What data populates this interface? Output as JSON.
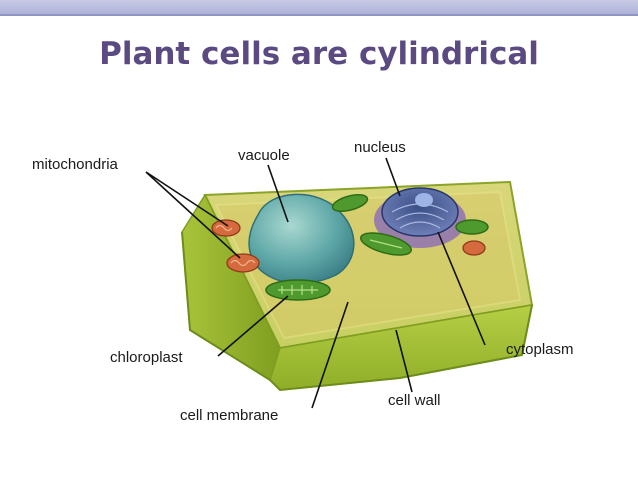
{
  "slide": {
    "title": "Plant cells are cylindrical"
  },
  "diagram": {
    "labels": {
      "mitochondria": "mitochondria",
      "vacuole": "vacuole",
      "nucleus": "nucleus",
      "chloroplast": "chloroplast",
      "cytoplasm": "cytoplasm",
      "cell_membrane": "cell membrane",
      "cell_wall": "cell wall"
    },
    "colors": {
      "title": "#5b4a82",
      "cell_wall": "#9fbf2e",
      "cytoplasm": "#c8d55a",
      "vacuole": "#5fa8a8",
      "nucleus": "#4a5c9a",
      "chloroplast": "#4f9a2e",
      "mitochondria": "#d46a3e"
    }
  }
}
